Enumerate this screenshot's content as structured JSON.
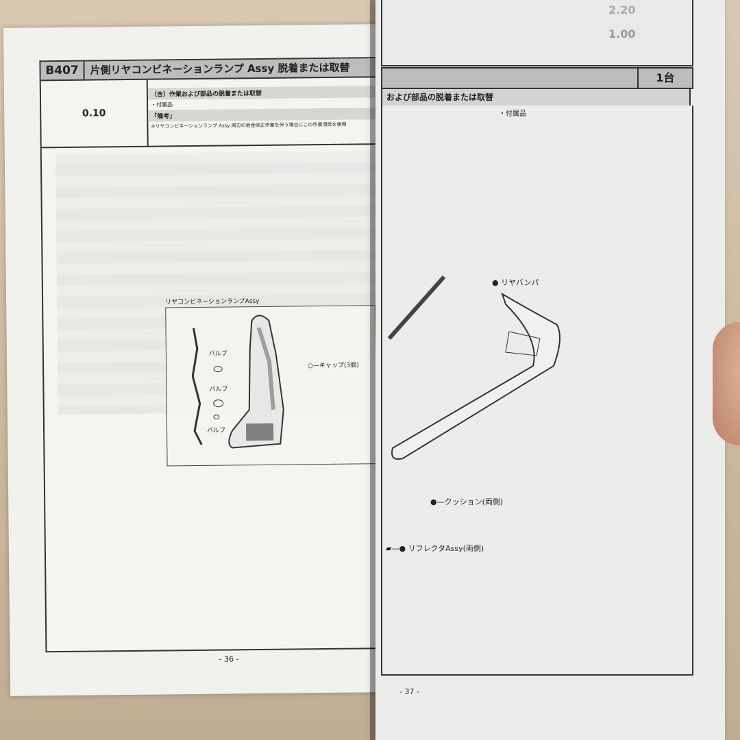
{
  "left_page": {
    "code": "B407",
    "title": "片側リヤコンビネーションランプ Assy 脱着または取替",
    "time": "0.10",
    "included_heading": "（含）作業および部品の脱着または取替",
    "included_item": "・付属品",
    "remarks_heading": "「備考」",
    "remarks_text": "※リヤコンビネーションランプ Assy 周辺の板金修正作業を伴う場合にこの作業項目を使用",
    "diagram": {
      "title": "リヤコンビネーションランプAssy",
      "bulb_1": "バルブ",
      "bulb_2": "バルブ",
      "bulb_3": "バルブ",
      "cap": "キャップ(3個)"
    },
    "page_number": "- 36 -"
  },
  "right_page": {
    "unit": "1台",
    "sub_heading": "および部品の脱着または取替",
    "included_item": "・付属品",
    "top_values": [
      "2.20",
      "1.00"
    ],
    "diagram": {
      "rear_bumper": "リヤバンパ",
      "cushion": "クッション(両側)",
      "reflector": "リフレクタAssy(両側)"
    },
    "page_number": "- 37 -"
  }
}
